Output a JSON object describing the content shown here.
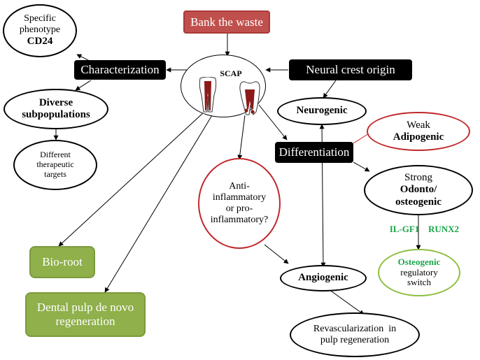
{
  "nodes": {
    "bank_waste": "Bank the waste",
    "characterization": "Characterization",
    "neural_crest": "Neural crest origin",
    "scap": "SCAP",
    "specific_phenotype": [
      "Specific",
      "phenotype",
      "CD24"
    ],
    "diverse_subpopulations": [
      "Diverse",
      "subpopulations"
    ],
    "different_targets": [
      "Different",
      "therapeutic",
      "targets"
    ],
    "neurogenic": "Neurogenic",
    "weak_adipogenic": [
      "Weak",
      "Adipogenic"
    ],
    "differentiation": "Differentiation",
    "anti_inflammatory": [
      "Anti-",
      "inflammatory",
      "or pro-",
      "inflammatory?"
    ],
    "strong_odonto": [
      "Strong",
      "Odonto/",
      "osteogenic"
    ],
    "il_gf1": "IL-GF1",
    "runx2": "RUNX2",
    "osteogenic_switch": [
      "Osteogenic",
      "regulatory",
      "switch"
    ],
    "bio_root": "Bio-root",
    "angiogenic": "Angiogenic",
    "dental_pulp": [
      "Dental pulp de novo",
      "regeneration"
    ],
    "revascularization": [
      "Revascularization  in",
      "pulp regeneration"
    ]
  },
  "colors": {
    "black_box": "#000000",
    "red_box": "#c0504d",
    "red_outline": "#c0282d",
    "green_box": "#8fb04a",
    "green_outline": "#8ebf3f",
    "green_text": "#1aa64a",
    "tooth_pulp": "#8b1a1a"
  }
}
